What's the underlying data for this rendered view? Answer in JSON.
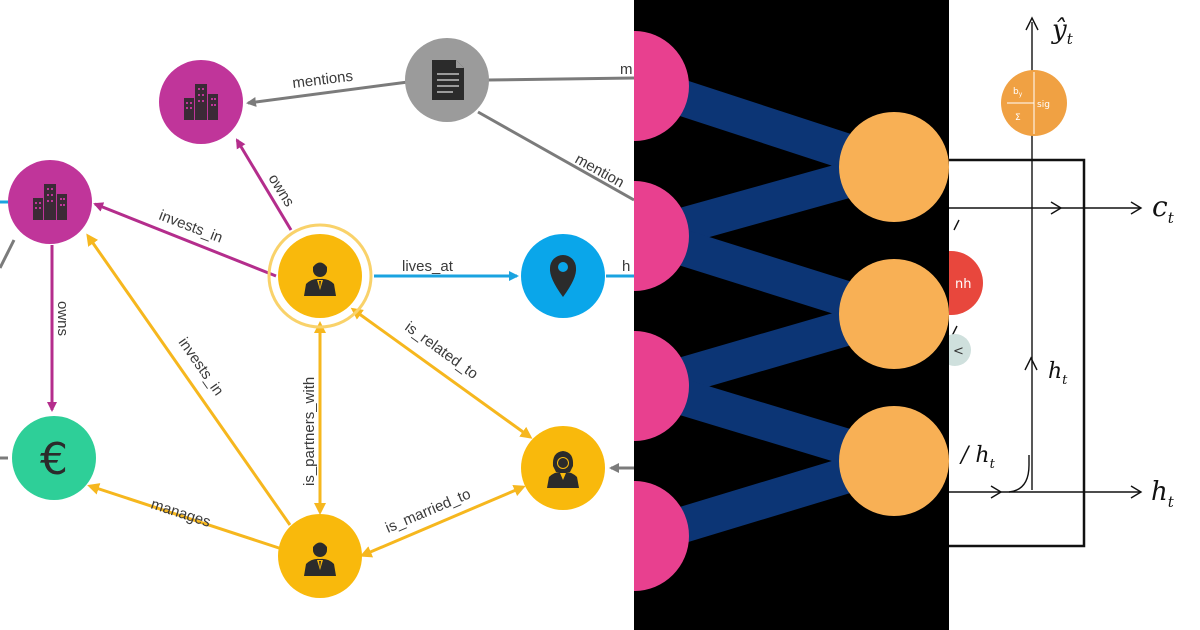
{
  "colors": {
    "company": "#c0359a",
    "person": "#f9b90c",
    "location": "#0aa6ea",
    "currency": "#2ecf98",
    "document": "#9b9b9b",
    "invests_edge": "#b42d8c",
    "person_edge": "#f6b71e",
    "loc_edge": "#1aa3e0",
    "doc_edge": "#7b7b7b",
    "nn_input": "#e8408f",
    "nn_output": "#f8b055",
    "nn_link": "#0c3575",
    "rnn_sig": "#f0a143",
    "rnn_tanh": "#e8473d",
    "rnn_gate": "#cfe0dd"
  },
  "graph": {
    "nodes": [
      {
        "id": "company-top",
        "type": "company",
        "icon": "building-icon"
      },
      {
        "id": "company-left",
        "type": "company",
        "icon": "building-icon"
      },
      {
        "id": "document",
        "type": "document",
        "icon": "document-icon"
      },
      {
        "id": "person-main",
        "type": "person",
        "icon": "businessman-icon"
      },
      {
        "id": "location",
        "type": "location",
        "icon": "map-pin-icon"
      },
      {
        "id": "currency",
        "type": "currency",
        "icon": "euro-icon",
        "symbol": "€"
      },
      {
        "id": "person-bottom",
        "type": "person",
        "icon": "businessman-icon"
      },
      {
        "id": "person-woman",
        "type": "person",
        "icon": "businesswoman-icon"
      }
    ],
    "edge_labels": {
      "mentions_top": "mentions",
      "mentions_cut": "m",
      "mentions_diag": "mention",
      "owns_top": "owns",
      "invests_in_top": "invests_in",
      "lives_at": "lives_at",
      "lives_cut": "h",
      "owns_left": "owns",
      "invests_in_diag": "invests_in",
      "is_partners_with": "is_partners_with",
      "is_related_to": "is_related_to",
      "manages": "manages",
      "is_married_to": "is_married_to"
    }
  },
  "rnn": {
    "y_hat": "ŷ",
    "y_sub": "t",
    "c": "c",
    "c_sub": "t",
    "h_inner": "h",
    "h_inner_sub": "t",
    "h_left": "/ h",
    "h_left_sub": "t",
    "h_out": "h",
    "h_out_sub": "t",
    "sig_label": "sig",
    "by_label": "b",
    "by_sub": "y",
    "sum_label": "Σ",
    "tanh_fragment": "nh",
    "gate_fragment": "<"
  }
}
